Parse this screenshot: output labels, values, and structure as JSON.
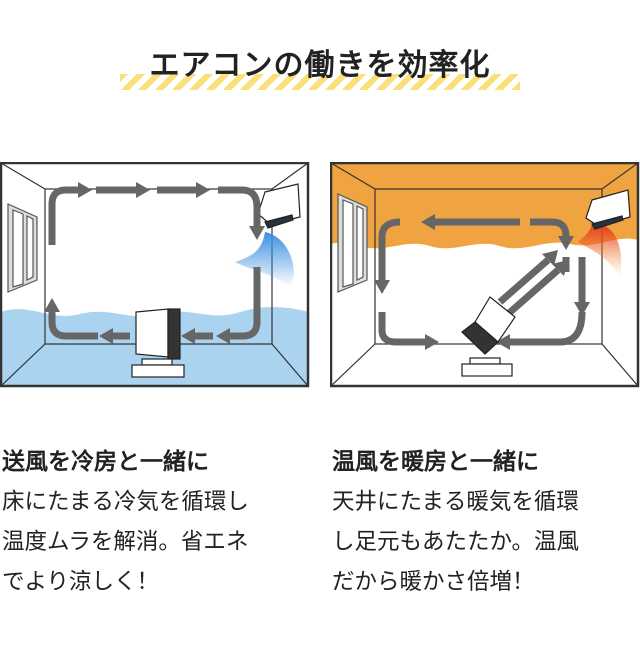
{
  "title": "エアコンの働きを効率化",
  "panels": [
    {
      "mode": "cooling",
      "air_color": "#a9d3ef",
      "heading": "送風を冷房と一緒に",
      "body_lines": [
        "床にたまる冷気を循環し",
        "温度ムラを解消。省エネ",
        "でより涼しく！"
      ]
    },
    {
      "mode": "heating",
      "air_color": "#f0a341",
      "heading": "温風を暖房と一緒に",
      "body_lines": [
        "天井にたまる暖気を循環",
        "し足元もあたたか。温風",
        "だから暖かさ倍増！"
      ]
    }
  ]
}
